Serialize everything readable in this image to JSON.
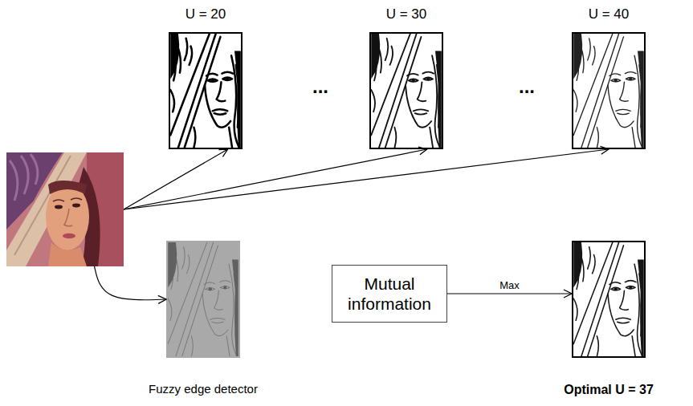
{
  "diagram": {
    "nodes": [
      {
        "text": []
      },
      {
        "text": [
          "U = 20"
        ]
      },
      {
        "text": [
          "U = 30"
        ]
      },
      {
        "text": [
          "U = 40"
        ]
      },
      {
        "text": [
          "Fuzzy edge detector"
        ]
      },
      {
        "text": [
          "Mutual information"
        ]
      },
      {
        "text": [
          "Optimal U = 37"
        ]
      }
    ],
    "edges": [
      {
        "from": 0,
        "to": 1,
        "arrow": "to"
      },
      {
        "from": 0,
        "to": 2,
        "arrow": "to"
      },
      {
        "from": 0,
        "to": 3,
        "arrow": "to"
      },
      {
        "from": 0,
        "to": 4,
        "arrow": "to"
      },
      {
        "from": 5,
        "to": 6,
        "label": "Max",
        "arrow": "to"
      }
    ],
    "labels": [
      "...",
      "..."
    ]
  }
}
